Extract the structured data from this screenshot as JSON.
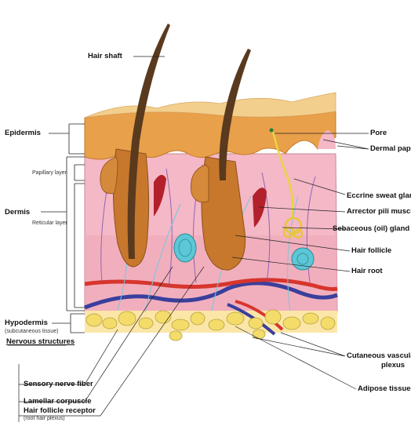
{
  "labels": {
    "hair_shaft": "Hair shaft",
    "epidermis": "Epidermis",
    "papillary_layer": "Papillary layer",
    "dermis": "Dermis",
    "reticular_layer": "Reticular layer",
    "hypodermis": "Hypodermis",
    "hypodermis_sub": "(subcutaneous tissue)",
    "nervous_structures": "Nervous structures",
    "sensory_nerve_fiber": "Sensory nerve fiber",
    "lamellar_corpuscle": "Lamellar corpuscle",
    "hair_follicle_receptor": "Hair follicle receptor",
    "hair_follicle_receptor_sub": "(root hair plexus)",
    "pore": "Pore",
    "dermal_papillae": "Dermal papillae",
    "eccrine_sweat_gland": "Eccrine sweat gland",
    "arrector_pili_muscle": "Arrector pili muscle",
    "sebaceous_gland": "Sebaceous (oil) gland",
    "hair_follicle": "Hair follicle",
    "hair_root": "Hair root",
    "cutaneous_vascular_plexus_1": "Cutaneous vascular",
    "cutaneous_vascular_plexus_2": "plexus",
    "adipose_tissue": "Adipose tissue"
  },
  "colors": {
    "epidermis": "#e9a04a",
    "surface": "#f3cf8e",
    "dermis": "#f4b8c6",
    "hair": "#5a3a1e",
    "follicle": "#c8782c",
    "artery": "#d7352d",
    "vein": "#3a3f9c",
    "fat": "#f3dc6a",
    "corpuscle": "#5cc7d6",
    "nerve": "#7ac6de"
  }
}
